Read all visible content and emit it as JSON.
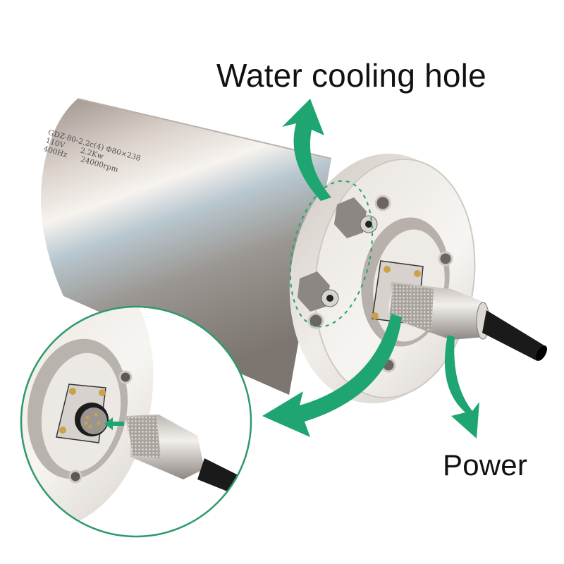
{
  "annotations": {
    "water_cooling": "Water cooling hole",
    "power": "Power"
  },
  "nameplate": {
    "model": "GDZ-80-2.2c(4) Φ80×238",
    "voltage": "110V",
    "frequency": "400Hz",
    "power": "2.2Kw",
    "speed": "24000rpm"
  },
  "colors": {
    "arrow_green": "#1fa572",
    "circle_green": "#2e9a6a",
    "metal_light": "#ece6e0",
    "metal_dark": "#8e8680",
    "cable_black": "#1a1a1a",
    "brass": "#c9a24a"
  },
  "icons": [
    "arrow-up-icon",
    "arrow-down-left-icon",
    "arrow-down-icon",
    "small-insert-arrow-icon"
  ]
}
